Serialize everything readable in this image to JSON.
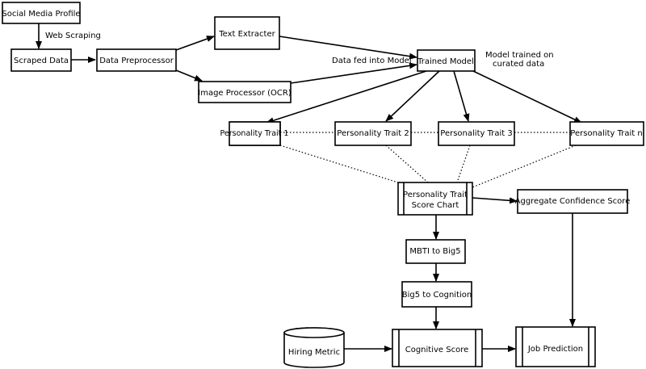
{
  "nodes": {
    "social_media_profile": "Social Media Profile",
    "scraped_data": "Scraped Data",
    "data_preprocessor": "Data Preprocessor",
    "text_extracter": "Text Extracter",
    "image_processor": "Image Processor (OCR)",
    "trained_model": "Trained Model",
    "trait_1": "Personality Trait 1",
    "trait_2": "Personality Trait 2",
    "trait_3": "Personality Trait 3",
    "trait_n": "Personality Trait n",
    "score_chart_line1": "Personality Trait",
    "score_chart_line2": "Score Chart",
    "aggregate_confidence": "Aggregate Confidence Score",
    "mbti_to_big5": "MBTI to Big5",
    "big5_to_cognition": "Big5 to Cognition",
    "hiring_metric": "Hiring Metric",
    "cognitive_score": "Cognitive Score",
    "job_prediction": "Job Prediction"
  },
  "edge_labels": {
    "web_scraping": "Web Scraping",
    "data_fed": "Data fed into Model",
    "model_trained_line1": "Model trained on",
    "model_trained_line2": "curated data"
  }
}
